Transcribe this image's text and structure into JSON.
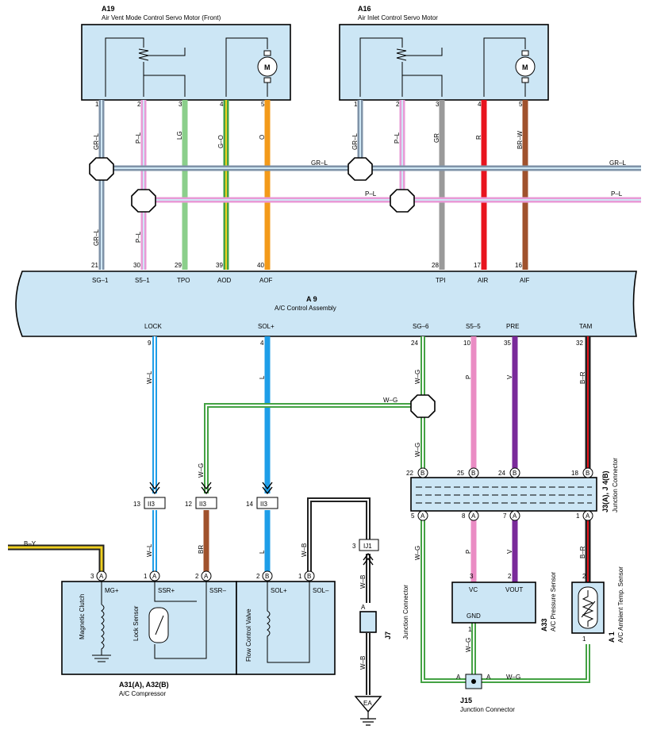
{
  "components": {
    "a19": {
      "id": "A19",
      "name": "Air Vent Mode Control Servo Motor (Front)",
      "pins": [
        "1",
        "2",
        "3",
        "4",
        "5"
      ]
    },
    "a16": {
      "id": "A16",
      "name": "Air Inlet Control Servo Motor",
      "pins": [
        "1",
        "2",
        "3",
        "4",
        "5"
      ]
    },
    "a9": {
      "id": "A 9",
      "name": "A/C Control Assembly",
      "top_terminals": [
        "SG–1",
        "S5–1",
        "TPO",
        "AOD",
        "AOF",
        "TPI",
        "AIR",
        "AIF"
      ],
      "top_pins": [
        "21",
        "30",
        "29",
        "39",
        "40",
        "28",
        "17",
        "16"
      ],
      "bottom_terminals": [
        "LOCK",
        "SOL+",
        "SG–6",
        "S5–5",
        "PRE",
        "TAM"
      ],
      "bottom_pins": [
        "9",
        "4",
        "24",
        "10",
        "35",
        "32"
      ]
    },
    "a31": {
      "id": "A31(A), A32(B)",
      "name": "A/C Compressor",
      "terminals": [
        "MG+",
        "SSR+",
        "SSR–",
        "SOL+",
        "SOL–"
      ],
      "pins": [
        "3",
        "1",
        "2",
        "2",
        "1"
      ],
      "connectors": [
        "A",
        "A",
        "A",
        "B",
        "B"
      ],
      "magnetic_clutch": "Magnetic Clutch",
      "lock_sensor": "Lock Sensor",
      "flow_valve": "Flow Control Valve"
    },
    "a33": {
      "id": "A33",
      "name": "A/C Pressure Sensor",
      "terminals": [
        "VC",
        "VOUT",
        "GND"
      ],
      "pins": [
        "3",
        "2",
        "1"
      ]
    },
    "a1": {
      "id": "A 1",
      "name": "A/C Ambient Temp. Sensor",
      "pins": [
        "2",
        "1"
      ]
    },
    "j3": {
      "id": "J3(A), J 4(B)",
      "name": "Junction Connector",
      "top_pins": [
        "22",
        "25",
        "24",
        "18"
      ],
      "bottom_pins": [
        "5",
        "8",
        "7",
        "1"
      ],
      "top_conn": "B",
      "bottom_conn": "A"
    },
    "j7": {
      "id": "J7",
      "name": "Junction Connector",
      "conn": "A"
    },
    "j15": {
      "id": "J15",
      "name": "Junction Connector",
      "conn": "A"
    },
    "ii3": {
      "label": "II3",
      "pins": [
        "13",
        "12",
        "14"
      ]
    },
    "ij1": {
      "label": "IJ1",
      "pin": "3"
    },
    "ground": {
      "label": "EA"
    }
  },
  "wires": {
    "top": [
      "GR–L",
      "P–L",
      "LG",
      "G–O",
      "O",
      "GR–L",
      "P–L",
      "GR",
      "R",
      "BR–W"
    ],
    "bus_grl": "GR–L",
    "bus_pl": "P–L",
    "lower": [
      "GR–L",
      "P–L"
    ],
    "bottom": [
      "W–L",
      "L",
      "W–G",
      "P",
      "V",
      "B–R"
    ],
    "wg_cross": "W–G",
    "below_ii3": [
      "W–L",
      "BR",
      "L",
      "W–B"
    ],
    "below_j": [
      "W–G",
      "P",
      "V",
      "B–R"
    ],
    "by": "B–Y",
    "wb": "W–B",
    "j15_wg": "W–G"
  },
  "colors": {
    "grl": "#7f93a8",
    "pl": "#e89ad6",
    "lg": "#8bcf8b",
    "go": "#44a244",
    "o": "#f39a1a",
    "gr": "#9a9a9a",
    "r": "#e8141e",
    "brw": "#a0522d",
    "l": "#1e9ee8",
    "p": "#ea8cc4",
    "v": "#7a2a9a",
    "br": "#a0522d",
    "b": "#222222",
    "y": "#f0d020"
  }
}
